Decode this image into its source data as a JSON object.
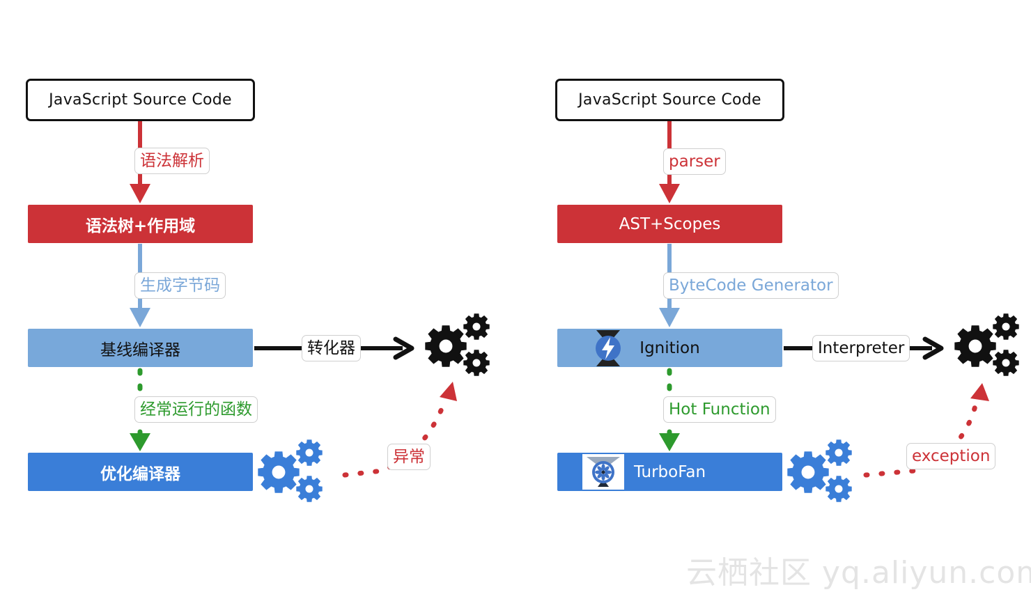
{
  "left": {
    "source_box": "JavaScript Source Code",
    "parse_label": "语法解析",
    "ast_box": "语法树+作用域",
    "bytecode_label": "生成字节码",
    "baseline_box": "基线编译器",
    "convert_label": "转化器",
    "hot_label": "经常运行的函数",
    "optimizer_box": "优化编译器",
    "exception_label": "异常"
  },
  "right": {
    "source_box": "JavaScript Source Code",
    "parse_label": "parser",
    "ast_box": "AST+Scopes",
    "bytecode_label": "ByteCode Generator",
    "ignition_box": "Ignition",
    "interpreter_label": "Interpreter",
    "hot_label": "Hot Function",
    "turbofan_box": "TurboFan",
    "exception_label": "exception"
  },
  "watermark": "云栖社区 yq.aliyun.com",
  "icons": [
    "gears-icon",
    "ignition-logo-icon",
    "turbofan-logo-icon"
  ],
  "colors": {
    "red": "#cc3237",
    "light_blue": "#78a8da",
    "dark_blue": "#3a7ed8",
    "green": "#2d9a2d",
    "black": "#111111"
  }
}
